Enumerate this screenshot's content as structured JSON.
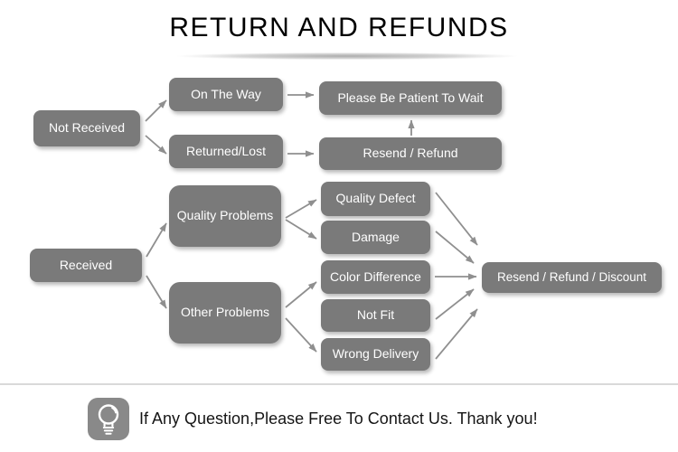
{
  "title": "RETURN AND REFUNDS",
  "colors": {
    "box_fill": "#7a7a7a",
    "box_text": "#ffffff",
    "arrow": "#8f8f8f",
    "title_text": "#000000",
    "divider": "#d9d9d9",
    "footer_icon_fill": "#898989",
    "footer_text": "#151515"
  },
  "flowchart": {
    "nodes": [
      {
        "id": "not-received",
        "label": "Not Received"
      },
      {
        "id": "on-the-way",
        "label": "On The Way"
      },
      {
        "id": "returned-lost",
        "label": "Returned/Lost"
      },
      {
        "id": "please-wait",
        "label": "Please Be Patient To Wait"
      },
      {
        "id": "resend-refund",
        "label": "Resend / Refund"
      },
      {
        "id": "received",
        "label": "Received"
      },
      {
        "id": "quality-problems",
        "label": "Quality Problems"
      },
      {
        "id": "other-problems",
        "label": "Other Problems"
      },
      {
        "id": "quality-defect",
        "label": "Quality Defect"
      },
      {
        "id": "damage",
        "label": "Damage"
      },
      {
        "id": "color-difference",
        "label": "Color Difference"
      },
      {
        "id": "not-fit",
        "label": "Not Fit"
      },
      {
        "id": "wrong-delivery",
        "label": "Wrong Delivery"
      },
      {
        "id": "resend-refund-discount",
        "label": "Resend / Refund / Discount"
      }
    ],
    "edges": [
      {
        "from": "not-received",
        "to": "on-the-way"
      },
      {
        "from": "not-received",
        "to": "returned-lost"
      },
      {
        "from": "on-the-way",
        "to": "please-wait"
      },
      {
        "from": "returned-lost",
        "to": "resend-refund"
      },
      {
        "from": "resend-refund",
        "to": "please-wait"
      },
      {
        "from": "received",
        "to": "quality-problems"
      },
      {
        "from": "received",
        "to": "other-problems"
      },
      {
        "from": "quality-problems",
        "to": "quality-defect"
      },
      {
        "from": "quality-problems",
        "to": "damage"
      },
      {
        "from": "other-problems",
        "to": "color-difference"
      },
      {
        "from": "other-problems",
        "to": "wrong-delivery"
      },
      {
        "from": "quality-defect",
        "to": "resend-refund-discount"
      },
      {
        "from": "damage",
        "to": "resend-refund-discount"
      },
      {
        "from": "color-difference",
        "to": "resend-refund-discount"
      },
      {
        "from": "not-fit",
        "to": "resend-refund-discount"
      },
      {
        "from": "wrong-delivery",
        "to": "resend-refund-discount"
      }
    ]
  },
  "footer": {
    "icon": "lightbulb-icon",
    "message": "If Any Question,Please Free To Contact Us. Thank you!"
  }
}
